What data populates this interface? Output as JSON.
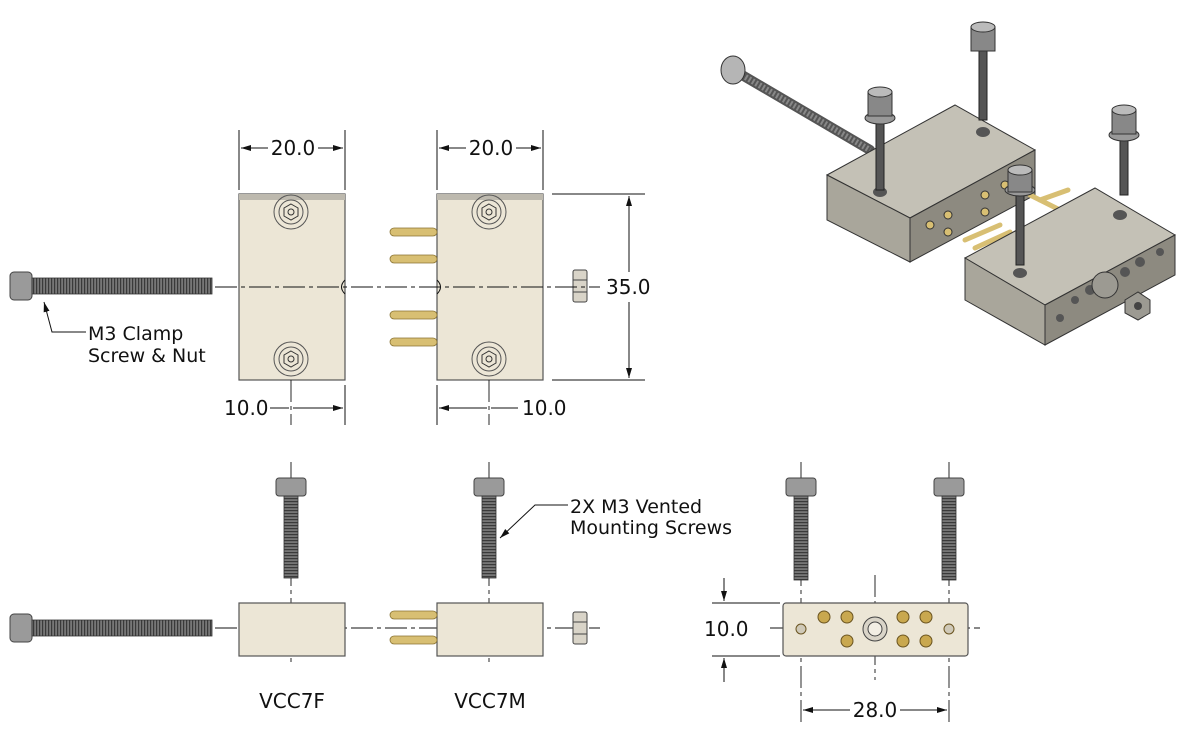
{
  "dimensions": {
    "female_width": "20.0",
    "male_width": "20.0",
    "height": "35.0",
    "female_hole_offset": "10.0",
    "male_hole_offset": "10.0",
    "side_thickness": "10.0",
    "hole_spacing": "28.0"
  },
  "callouts": {
    "clamp_line1": "M3 Clamp",
    "clamp_line2": "Screw & Nut",
    "mount_line1": "2X M3 Vented",
    "mount_line2": "Mounting Screws"
  },
  "labels": {
    "female": "VCC7F",
    "male": "VCC7M"
  },
  "colors": {
    "block": "#ece6d6",
    "pin": "#d8bf73",
    "metal": "#6b6b6b"
  }
}
